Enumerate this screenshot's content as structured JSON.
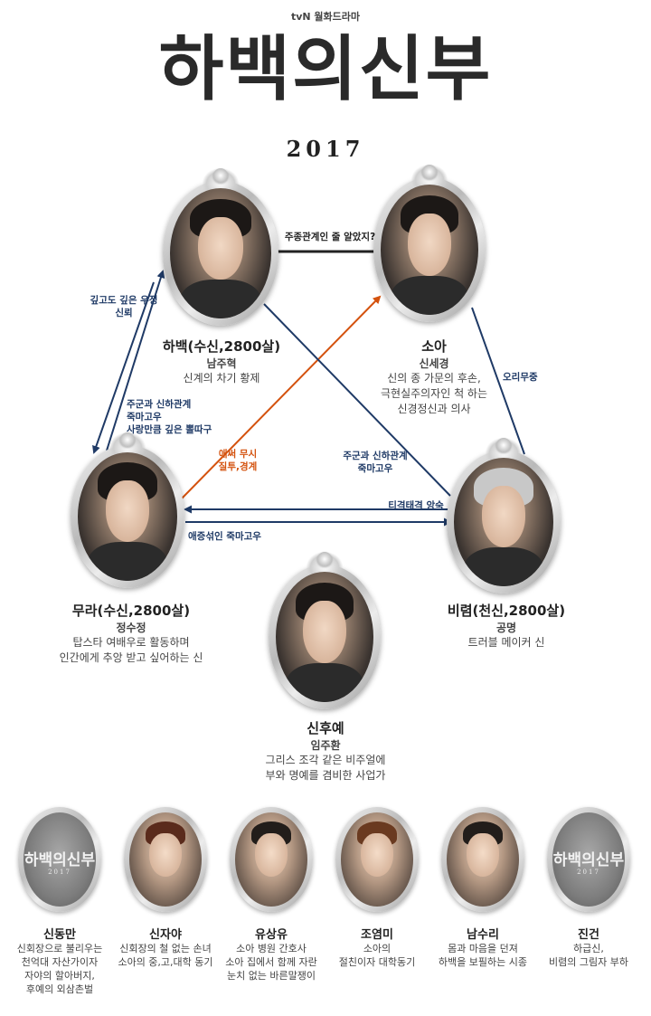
{
  "header": {
    "channel": "tvN 월화드라마",
    "title": "하백의신부",
    "year": "2017"
  },
  "colors": {
    "relation_navy": "#1f3a66",
    "relation_orange": "#d4520e",
    "relation_black": "#222222"
  },
  "characters": {
    "habaek": {
      "name": "하백(수신,2800살)",
      "actor": "남주혁",
      "desc": [
        "신계의 차기 황제"
      ]
    },
    "soa": {
      "name": "소아",
      "actor": "신세경",
      "desc": [
        "신의 종 가문의 후손,",
        "극현실주의자인 척 하는",
        "신경정신과 의사"
      ]
    },
    "mura": {
      "name": "무라(수신,2800살)",
      "actor": "정수정",
      "desc": [
        "탑스타 여배우로 활동하며",
        "인간에게 추앙 받고 싶어하는 신"
      ]
    },
    "biryeom": {
      "name": "비렴(천신,2800살)",
      "actor": "공명",
      "desc": [
        "트러블 메이커 신"
      ]
    },
    "hooye": {
      "name": "신후예",
      "actor": "임주환",
      "desc": [
        "그리스 조각 같은 비주얼에",
        "부와 명예를 겸비한 사업가"
      ]
    }
  },
  "relations": {
    "habaek_soa": [
      "주종관계인 줄 알았지?"
    ],
    "habaek_mura": [
      "깊고도 깊은 우정",
      "신뢰"
    ],
    "mura_habaek": [
      "주군과 신하관계",
      "죽마고우",
      "사랑만큼 깊은 뽈따구"
    ],
    "mura_soa": [
      "애써 무시",
      "질투,경계"
    ],
    "habaek_biryeom": [
      "주군과 신하관계",
      "죽마고우"
    ],
    "soa_biryeom": [
      "오리무중"
    ],
    "biryeom_mura": [
      "티격태격 앙숙"
    ],
    "mura_biryeom": [
      "애증섞인 죽마고우"
    ]
  },
  "supporting": [
    {
      "name": "신동만",
      "desc": [
        "신회장으로 불리우는",
        "천억대 자산가이자",
        "자야의 할아버지,",
        "후예의 외삼촌벌"
      ],
      "logo": true
    },
    {
      "name": "신자야",
      "desc": [
        "신회장의 철 없는 손녀",
        "소아의 중,고,대학 동기"
      ],
      "logo": false
    },
    {
      "name": "유상유",
      "desc": [
        "소아 병원 간호사",
        "소아 집에서 함께 자란",
        "눈치 없는 바른말쟁이"
      ],
      "logo": false
    },
    {
      "name": "조염미",
      "desc": [
        "소아의",
        "절친이자 대학동기"
      ],
      "logo": false
    },
    {
      "name": "남수리",
      "desc": [
        "몸과 마음을 던져",
        "하백을 보필하는 시종"
      ],
      "logo": false
    },
    {
      "name": "진건",
      "desc": [
        "하급신,",
        "비렴의 그림자 부하"
      ],
      "logo": true
    }
  ],
  "logo_small": {
    "title": "하백의신부",
    "year": "2017"
  }
}
